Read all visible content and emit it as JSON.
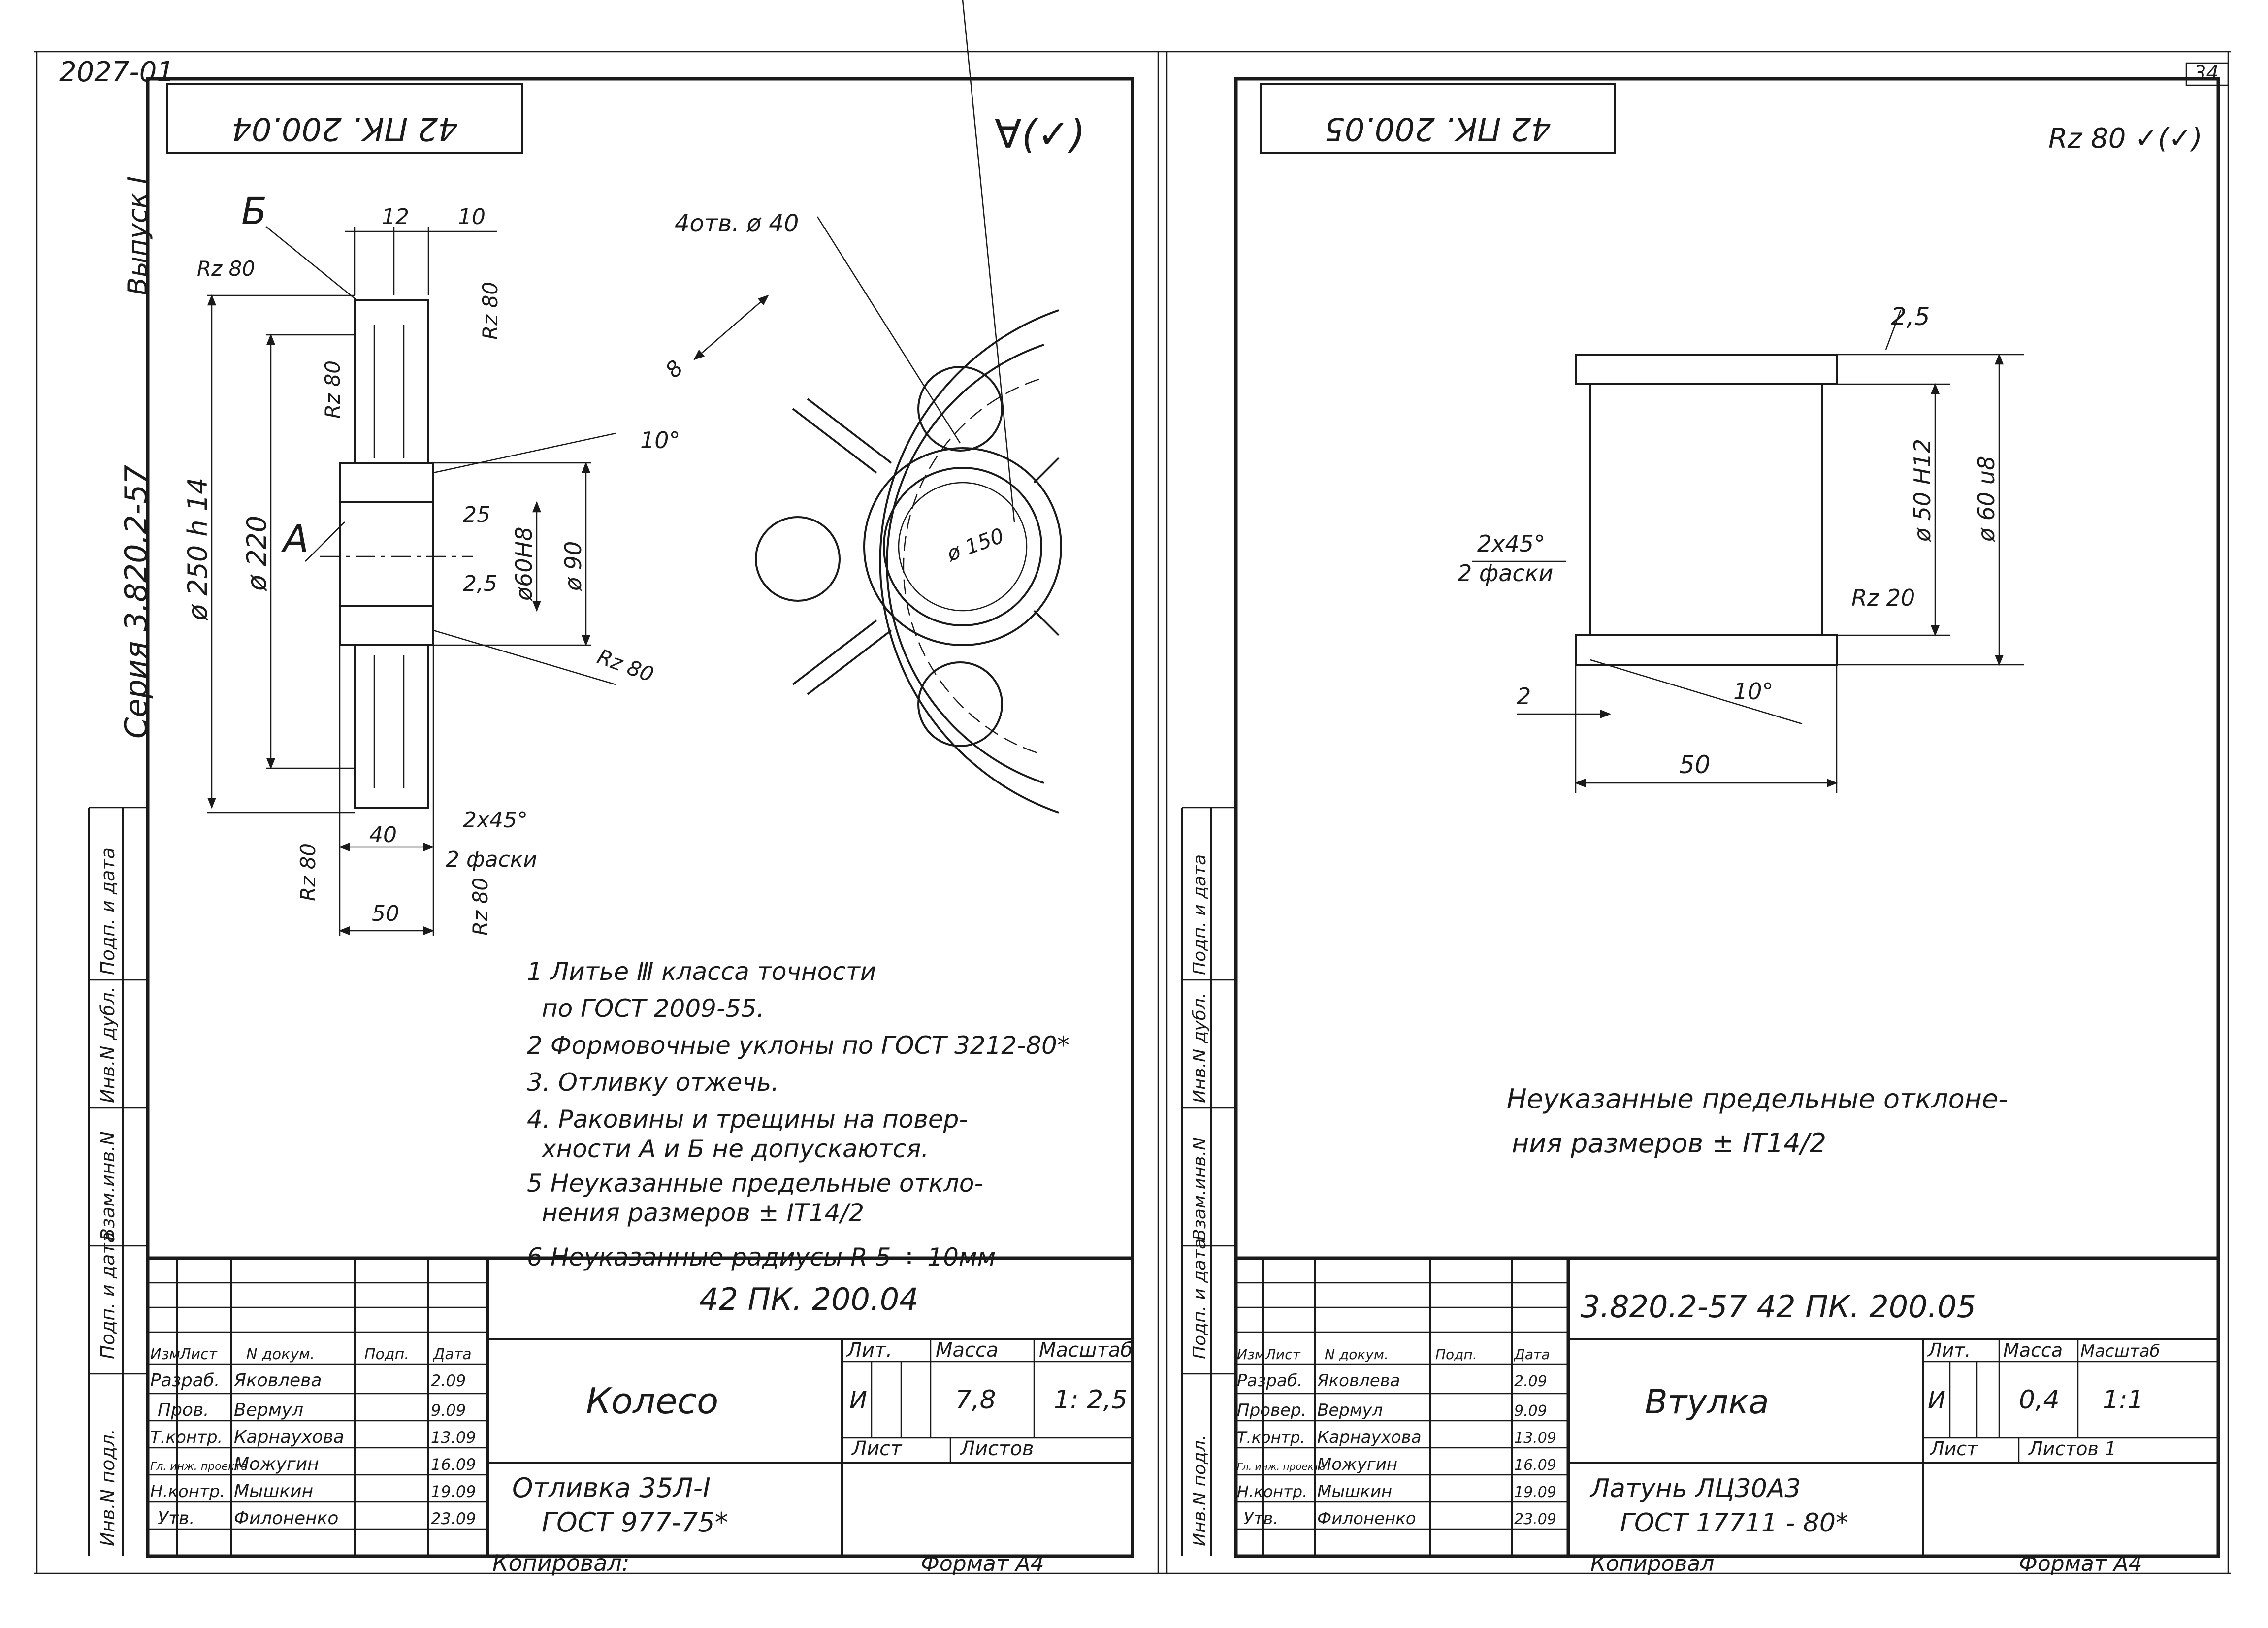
{
  "sheet": {
    "top_left_code": "2027-01",
    "page_number": "34",
    "side_series": "Серия 3.820.2-57",
    "side_issue": "Выпуск I",
    "side_stamp_labels": [
      "Инв.N подл.",
      "Подп. и дата",
      "Взам.инв.N",
      "Инв.N дубл.",
      "Подп. и дата"
    ]
  },
  "left_drawing": {
    "stamp_code_inverted": "42 ПК. 200.04",
    "roughness_corner": "∀(✓)",
    "dims": {
      "b": "Б",
      "a": "А",
      "d12": "12",
      "d10": "10",
      "rz80": "Rz 80",
      "d250": "ø 250 h 14",
      "d220": "ø 220",
      "d25": "25",
      "d25b": "2,5",
      "d60": "ø60Н8",
      "d90": "ø 90",
      "ang10": "10°",
      "d40": "40",
      "d50": "50",
      "chamfer": "2x45°",
      "chamfer_note": "2 фаски",
      "holes": "4отв. ø 40",
      "d8": "8",
      "d150": "ø 150"
    },
    "notes": [
      "1  Литье  Ⅲ класса  точности",
      "по  ГОСТ  2009-55.",
      "2 Формовочные  уклоны  по  ГОСТ 3212-80*",
      "3. Отливку  отжечь.",
      "4. Раковины  и  трещины  на  повер-",
      "хности  А и Б  не   допускаются.",
      "5 Неуказанные  предельные  откло-",
      "нения  размеров ± IT14/2",
      "6 Неуказанные  радиусы   R 5 ÷ 10мм"
    ],
    "title_block": {
      "designation": "42 ПК. 200.04",
      "name": "Колесо",
      "material_line1": "Отливка   35Л-I",
      "material_line2": "ГОСТ 977-75*",
      "lit_header": "Лит.",
      "mass_header": "Масса",
      "scale_header": "Масштаб",
      "lit": "И",
      "mass": "7,8",
      "scale": "1: 2,5",
      "sheet_label": "Лист",
      "sheets_label": "Листов",
      "col_headers": [
        "Изм",
        "Лист",
        "N докум.",
        "Подп.",
        "Дата"
      ],
      "rows": [
        {
          "role": "Разраб.",
          "name": "Яковлева",
          "date": "2.09"
        },
        {
          "role": "Пров.",
          "name": "Вермул",
          "date": "9.09"
        },
        {
          "role": "Т.контр.",
          "name": "Карнаухова",
          "date": "13.09"
        },
        {
          "role": "Гл. инж. проекта",
          "name": "Можугин",
          "date": "16.09"
        },
        {
          "role": "Н.контр.",
          "name": "Мышкин",
          "date": "19.09"
        },
        {
          "role": "Утв.",
          "name": "Филоненко",
          "date": "23.09"
        }
      ],
      "copied": "Копировал:",
      "format": "Формат А4"
    }
  },
  "right_drawing": {
    "stamp_code_inverted": "42 ПК. 200.05",
    "roughness_corner": "Rz 80 ✓(✓)",
    "dims": {
      "d25": "2,5",
      "d50h12": "ø 50 Н12",
      "d60u8": "ø 60 u8",
      "chamfer": "2x45°",
      "chamfer_note": "2 фаски",
      "rz20": "Rz 20",
      "ang10": "10°",
      "d2": "2",
      "d50": "50"
    },
    "note_line1": "Неуказанные   предельные   отклоне-",
    "note_line2": "ния     размеров  ± IT14/2",
    "title_block": {
      "designation": "3.820.2-57   42 ПК. 200.05",
      "name": "Втулка",
      "material_line1": "Латунь  ЛЦ30А3",
      "material_line2": "ГОСТ 17711 - 80*",
      "lit_header": "Лит.",
      "mass_header": "Масса",
      "scale_header": "Масштаб",
      "lit": "И",
      "mass": "0,4",
      "scale": "1:1",
      "sheet_label": "Лист",
      "sheets_label": "Листов 1",
      "col_headers": [
        "Изм",
        "Лист",
        "N докум.",
        "Подп.",
        "Дата"
      ],
      "rows": [
        {
          "role": "Разраб.",
          "name": "Яковлева",
          "date": "2.09"
        },
        {
          "role": "Провер.",
          "name": "Вермул",
          "date": "9.09"
        },
        {
          "role": "Т.контр.",
          "name": "Карнаухова",
          "date": "13.09"
        },
        {
          "role": "Гл. инж. проекта",
          "name": "Можугин",
          "date": "16.09"
        },
        {
          "role": "Н.контр.",
          "name": "Мышкин",
          "date": "19.09"
        },
        {
          "role": "Утв.",
          "name": "Филоненко",
          "date": "23.09"
        }
      ],
      "copied": "Копировал",
      "format": "Формат А4"
    }
  }
}
